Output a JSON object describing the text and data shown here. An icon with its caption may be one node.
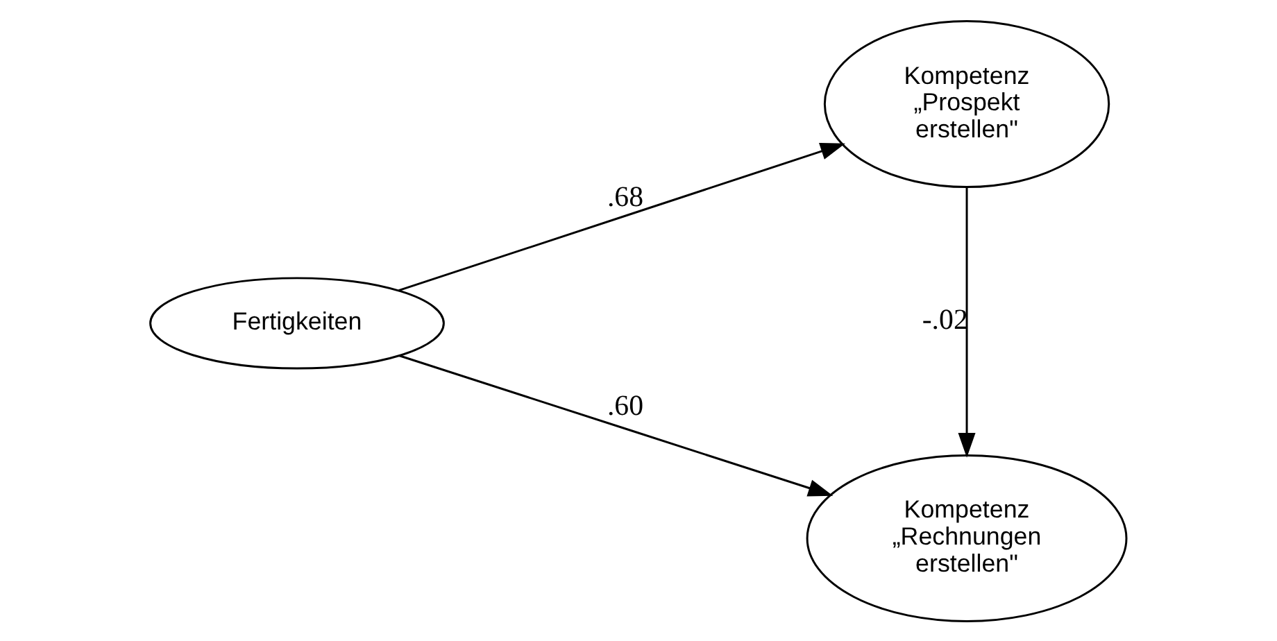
{
  "diagram": {
    "nodes": [
      {
        "text": [
          "Fertigkeiten"
        ]
      },
      {
        "text": [
          "Kompetenz „Prospekt erstellen\""
        ]
      },
      {
        "text": [
          "Kompetenz „Rechnungen erstellen\""
        ]
      }
    ],
    "edges": [
      {
        "from": 0,
        "to": 1,
        "arrow": "to",
        "label": ".68"
      },
      {
        "from": 0,
        "to": 2,
        "arrow": "to",
        "label": ".60"
      },
      {
        "from": 1,
        "to": 2,
        "arrow": "to",
        "label": "-.02"
      }
    ]
  }
}
